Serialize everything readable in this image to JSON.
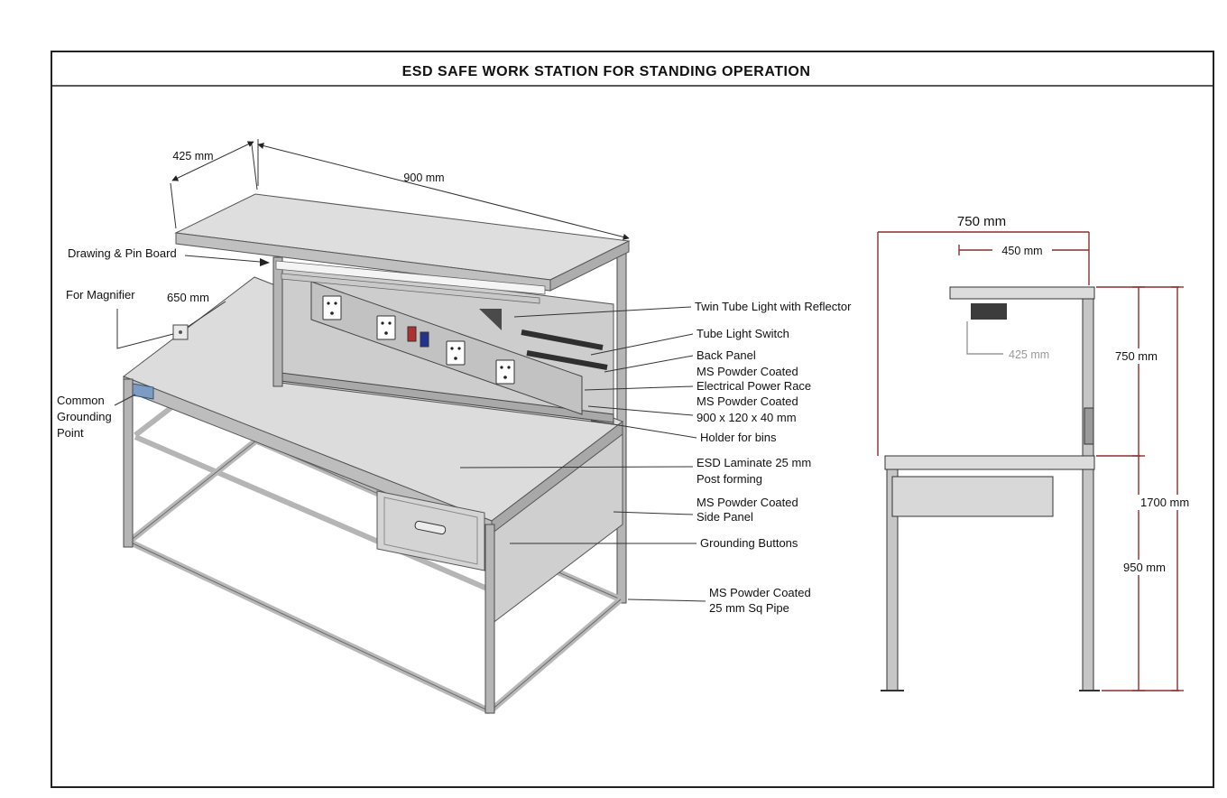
{
  "title": "ESD SAFE WORK STATION  FOR  STANDING OPERATION",
  "iso": {
    "dim_425": "425 mm",
    "dim_900": "900 mm",
    "dim_650": "650 mm",
    "drawing_pin_board": "Drawing & Pin Board",
    "for_magnifier": "For Magnifier",
    "common_1": "Common",
    "common_2": "Grounding",
    "common_3": "Point",
    "twin_tube": "Twin Tube Light with Reflector",
    "tube_switch": "Tube Light Switch",
    "back_panel": "Back Panel",
    "power_race_1": "MS Powder Coated",
    "power_race_2": "Electrical Power Race",
    "race_size_1": "MS Powder Coated",
    "race_size_2": "900  x 120 x 40 mm",
    "holder_bins": "Holder for bins",
    "esd_1": "ESD Laminate 25 mm",
    "esd_2": "Post forming",
    "side_panel_1": "MS Powder Coated",
    "side_panel_2": "Side Panel",
    "grounding_buttons": "Grounding Buttons",
    "pipe_1": "MS Powder Coated",
    "pipe_2": "25 mm Sq Pipe"
  },
  "side": {
    "dim_750_top": "750 mm",
    "dim_450": "450 mm",
    "dim_425": "425 mm",
    "dim_750_right": "750 mm",
    "dim_1700": "1700 mm",
    "dim_950": "950 mm"
  },
  "colors": {
    "dim_red": "#8b2f2f",
    "dim_gray": "#9a9a9a",
    "surface_gray": "#dcdcdc",
    "panel_gray": "#cdcdcd",
    "accent_blue": "#7d9cc4"
  }
}
